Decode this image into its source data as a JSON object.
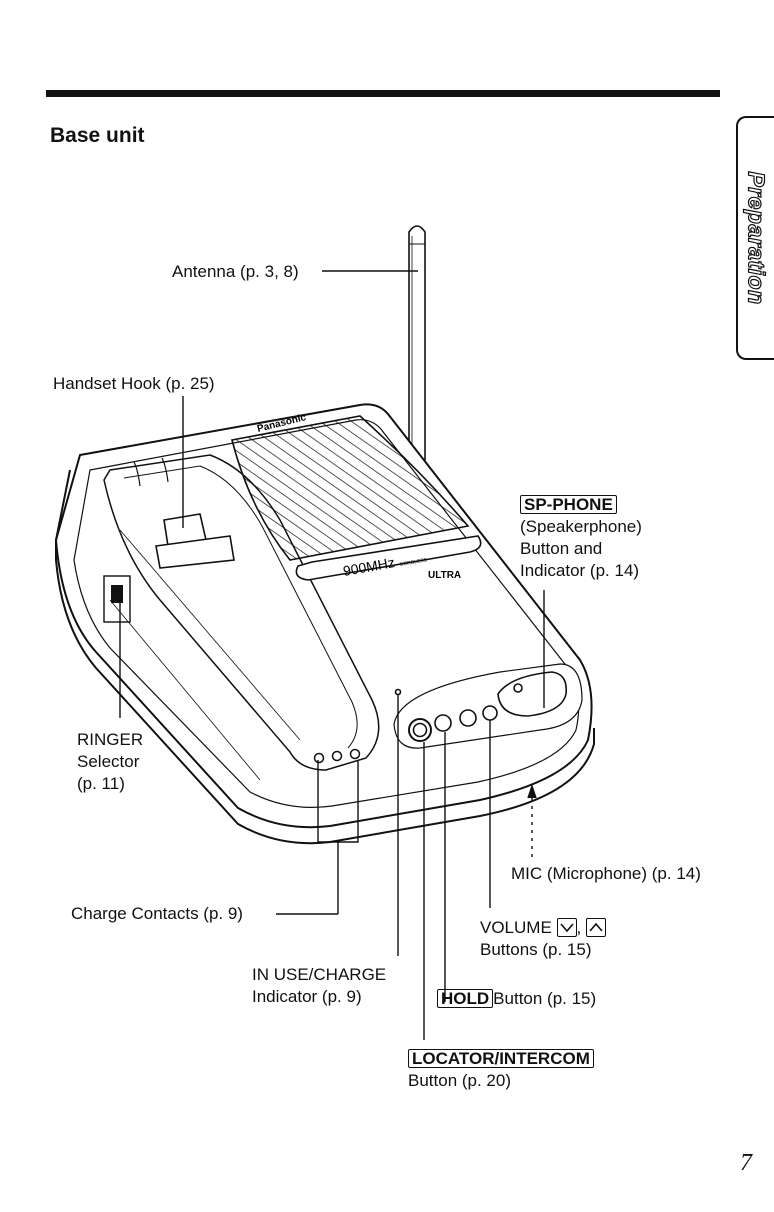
{
  "section_title": "Base unit",
  "tab_label": "Preparation",
  "page_number": "7",
  "device": {
    "brand": "Panasonic",
    "band": "900MHz",
    "band_suffix": "CORDLESS",
    "logo": "ULTRA"
  },
  "labels": {
    "antenna": "Antenna (p. 3, 8)",
    "handset_hook": "Handset  Hook (p. 25)",
    "sp_phone_key": "SP-PHONE",
    "sp_phone_line1": "(Speakerphone)",
    "sp_phone_line2": "Button and",
    "sp_phone_line3": "Indicator (p. 14)",
    "ringer_line1": "RINGER",
    "ringer_line2": "Selector",
    "ringer_line3": "(p. 11)",
    "mic": "MIC (Microphone) (p. 14)",
    "charge_contacts": "Charge Contacts (p. 9)",
    "volume_prefix": "VOLUME",
    "volume_down_icon": "chevron-down",
    "volume_sep": ",",
    "volume_up_icon": "chevron-up",
    "volume_line2": "Buttons (p. 15)",
    "in_use_line1": "IN USE/CHARGE",
    "in_use_line2": "Indicator (p. 9)",
    "hold_key": "HOLD",
    "hold_suffix": "Button (p. 15)",
    "locator_key": "LOCATOR/INTERCOM",
    "locator_line2": "Button (p. 20)"
  }
}
